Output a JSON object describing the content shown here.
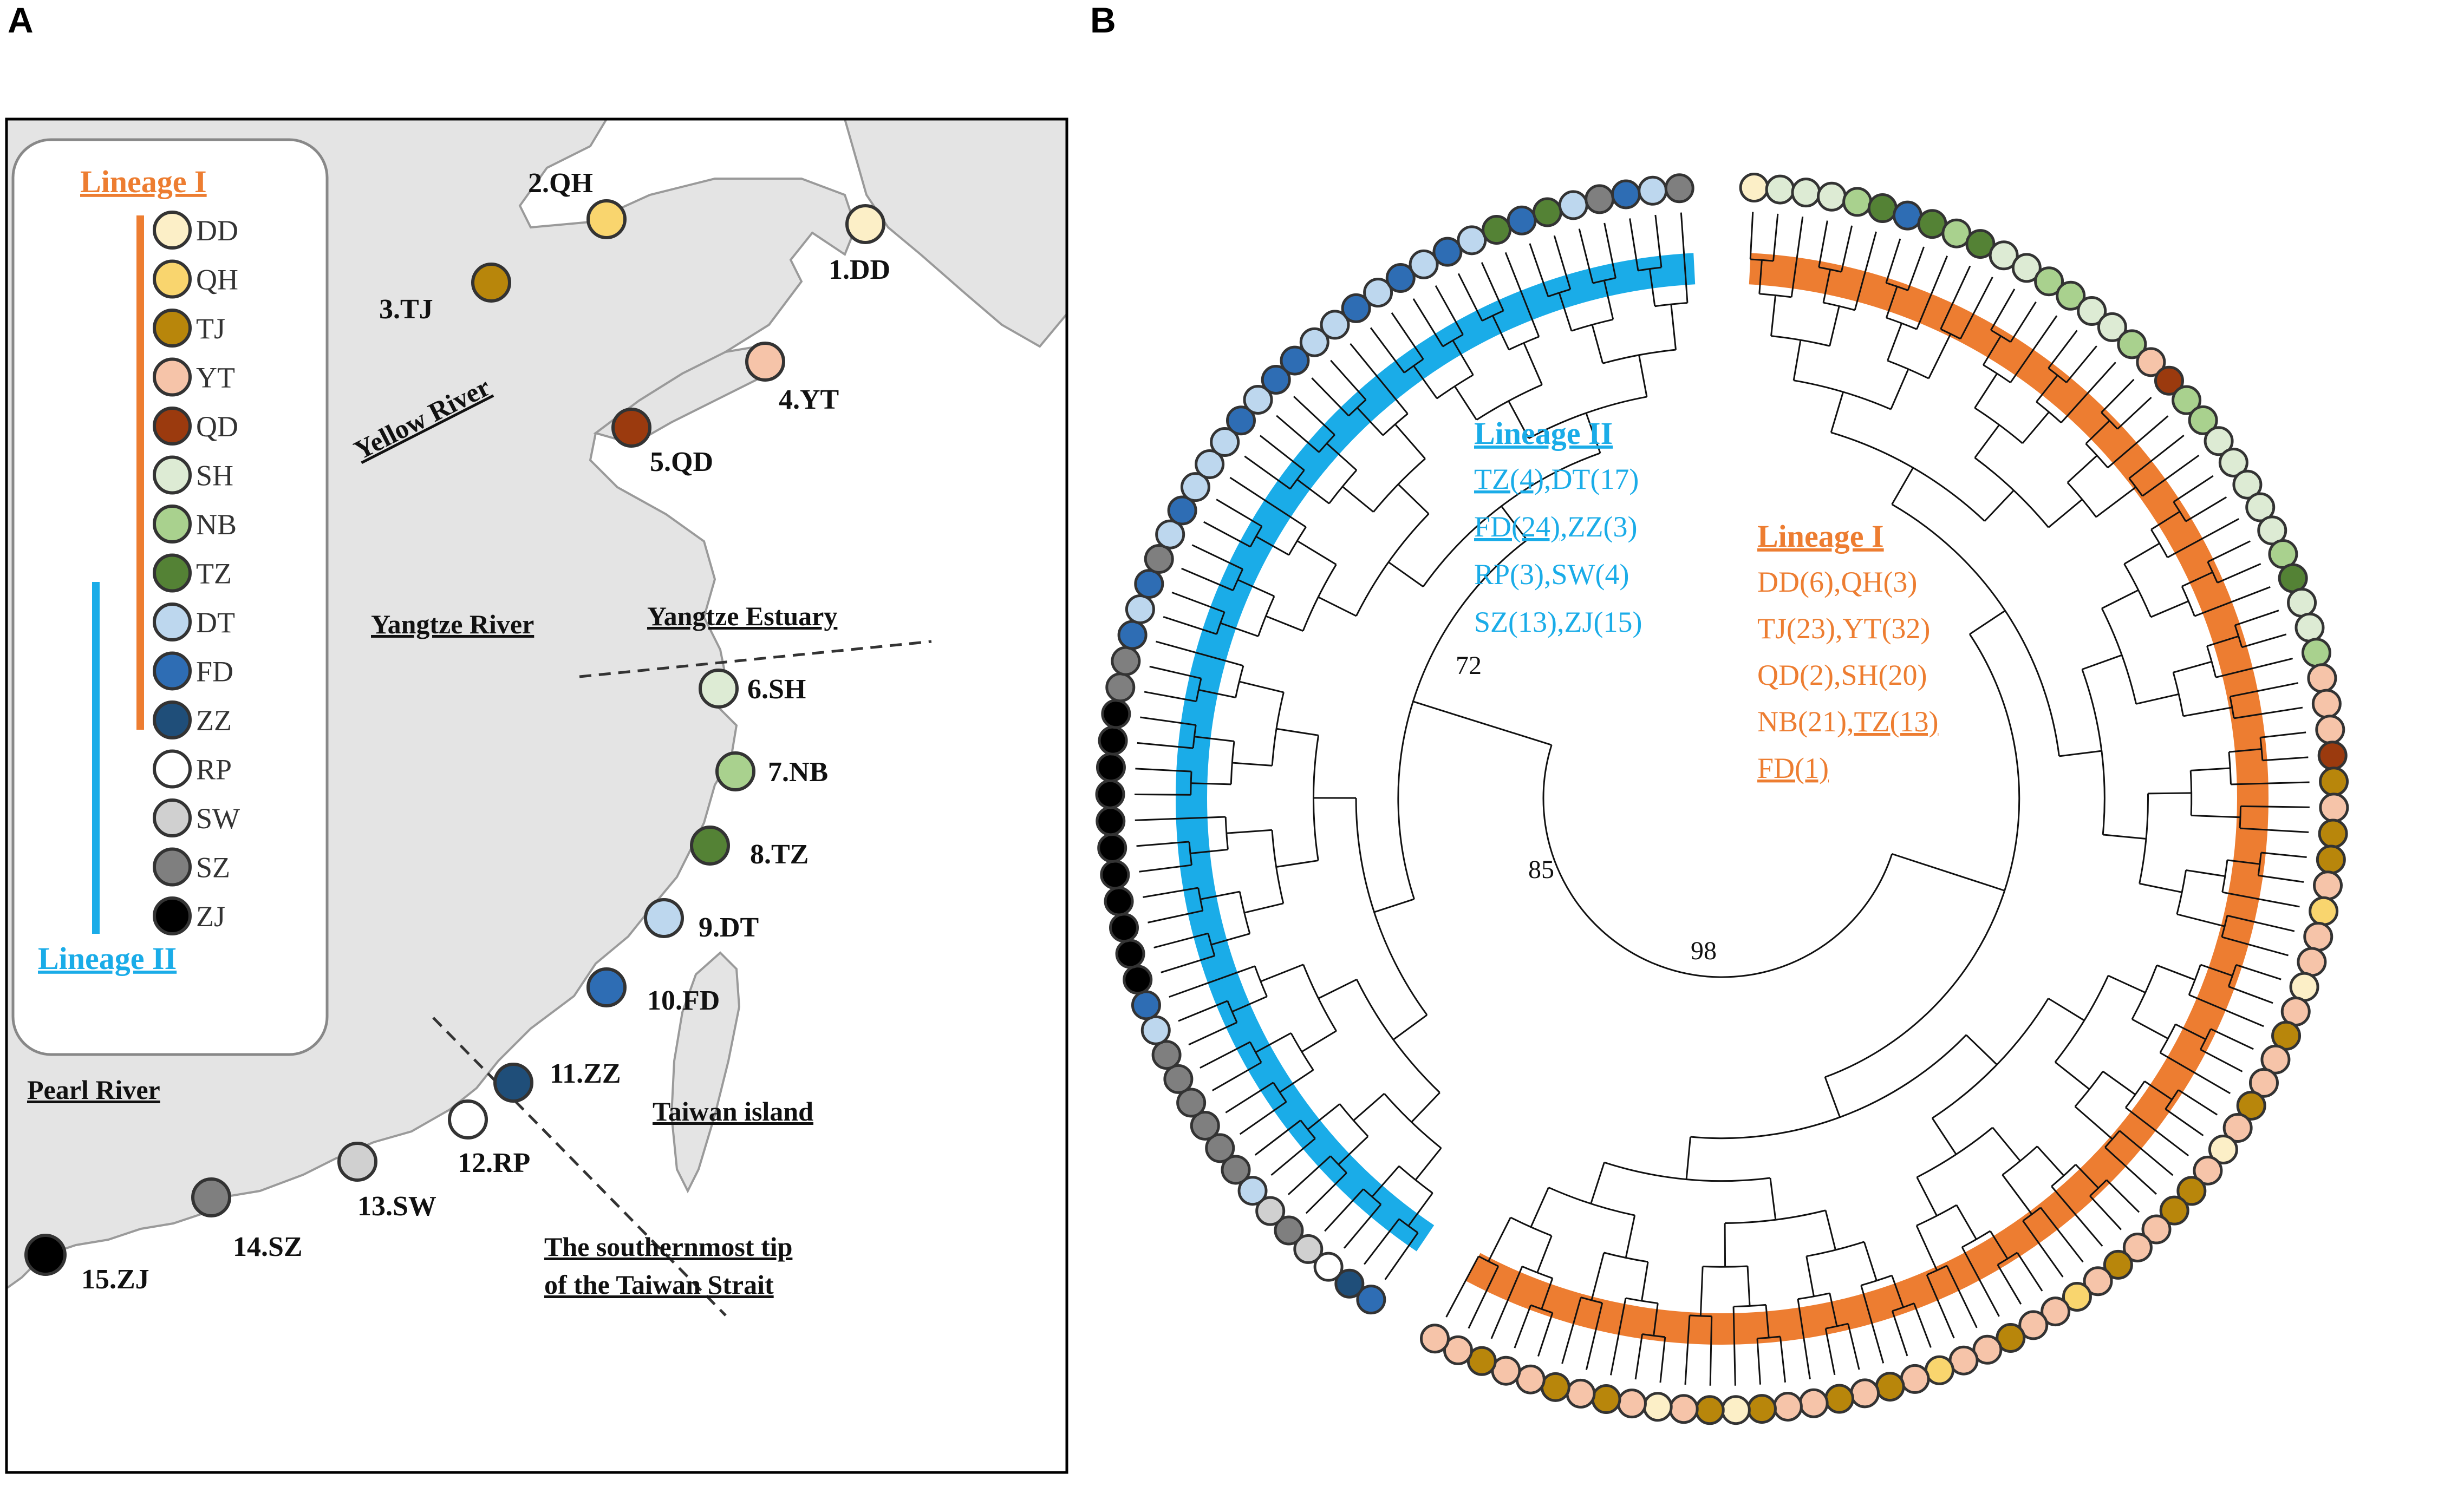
{
  "panels": {
    "a": "A",
    "b": "B"
  },
  "colors": {
    "lineage1": "#ED7D31",
    "lineage2": "#1AACE8",
    "DD": "#FCEFC7",
    "QH": "#F9D56E",
    "TJ": "#B8860B",
    "YT": "#F6C4A9",
    "QD": "#9B3A0E",
    "SH": "#DDEBD4",
    "NB": "#A9D18E",
    "TZ": "#548235",
    "DT": "#BDD7EE",
    "FD": "#2E6DB4",
    "ZZ": "#1F4E79",
    "RP": "#FFFFFF",
    "SW": "#D0D0D0",
    "SZ": "#7F7F7F",
    "ZJ": "#000000"
  },
  "legend": {
    "lineage1_title": "Lineage I",
    "lineage2_title": "Lineage II",
    "codes": [
      "DD",
      "QH",
      "TJ",
      "YT",
      "QD",
      "SH",
      "NB",
      "TZ",
      "DT",
      "FD",
      "ZZ",
      "RP",
      "SW",
      "SZ",
      "ZJ"
    ]
  },
  "map": {
    "sites": [
      {
        "label": "1.DD",
        "code": "DD"
      },
      {
        "label": "2.QH",
        "code": "QH"
      },
      {
        "label": "3.TJ",
        "code": "TJ"
      },
      {
        "label": "4.YT",
        "code": "YT"
      },
      {
        "label": "5.QD",
        "code": "QD"
      },
      {
        "label": "6.SH",
        "code": "SH"
      },
      {
        "label": "7.NB",
        "code": "NB"
      },
      {
        "label": "8.TZ",
        "code": "TZ"
      },
      {
        "label": "9.DT",
        "code": "DT"
      },
      {
        "label": "10.FD",
        "code": "FD"
      },
      {
        "label": "11.ZZ",
        "code": "ZZ"
      },
      {
        "label": "12.RP",
        "code": "RP"
      },
      {
        "label": "13.SW",
        "code": "SW"
      },
      {
        "label": "14.SZ",
        "code": "SZ"
      },
      {
        "label": "15.ZJ",
        "code": "ZJ"
      }
    ],
    "features": {
      "yellow_river": "Yellow River",
      "yangtze_river": "Yangtze River",
      "yangtze_estuary": "Yangtze Estuary",
      "pearl_river": "Pearl River",
      "taiwan_island": "Taiwan island",
      "strait_line1": "The southernmost tip",
      "strait_line2": "of the Taiwan Strait"
    }
  },
  "tree": {
    "lineage2": {
      "title": "Lineage II",
      "rows": [
        [
          {
            "t": "TZ(4),",
            "u": true
          },
          {
            "t": "DT(17)",
            "u": false
          }
        ],
        [
          {
            "t": "FD(24)",
            "u": true
          },
          {
            "t": ",ZZ(3)",
            "u": false
          }
        ],
        [
          {
            "t": "RP(3),SW(4)",
            "u": false
          }
        ],
        [
          {
            "t": "SZ(13),ZJ(15)",
            "u": false
          }
        ]
      ]
    },
    "lineage1": {
      "title": "Lineage I",
      "rows": [
        [
          {
            "t": "DD(6),QH(3)",
            "u": false
          }
        ],
        [
          {
            "t": "TJ(23),YT(32)",
            "u": false
          }
        ],
        [
          {
            "t": "QD(2),SH(20)",
            "u": false
          }
        ],
        [
          {
            "t": "NB(21),",
            "u": false
          },
          {
            "t": "TZ(13)",
            "u": true
          }
        ],
        [
          {
            "t": "FD(1)",
            "u": true
          }
        ]
      ]
    },
    "bootstrap": [
      "72",
      "85",
      "98"
    ],
    "tips_lineage1": [
      "DD",
      "SH",
      "SH",
      "SH",
      "NB",
      "TZ",
      "FD",
      "TZ",
      "NB",
      "TZ",
      "SH",
      "SH",
      "NB",
      "NB",
      "SH",
      "SH",
      "NB",
      "YT",
      "QD",
      "NB",
      "NB",
      "SH",
      "SH",
      "SH",
      "SH",
      "SH",
      "NB",
      "TZ",
      "SH",
      "SH",
      "NB",
      "YT",
      "YT",
      "YT",
      "QD",
      "TJ",
      "YT",
      "TJ",
      "TJ",
      "YT",
      "QH",
      "YT",
      "YT",
      "DD",
      "YT",
      "TJ",
      "YT",
      "YT",
      "TJ",
      "YT",
      "DD",
      "YT",
      "TJ",
      "TJ",
      "YT",
      "YT",
      "TJ",
      "YT",
      "QH",
      "YT",
      "YT",
      "TJ",
      "YT",
      "YT",
      "QH",
      "YT",
      "TJ",
      "YT",
      "TJ",
      "YT",
      "YT",
      "TJ",
      "DD",
      "TJ",
      "YT",
      "DD",
      "YT",
      "TJ",
      "YT",
      "TJ",
      "YT",
      "YT",
      "TJ",
      "YT",
      "YT"
    ],
    "tips_lineage2": [
      "FD",
      "ZZ",
      "RP",
      "SW",
      "SZ",
      "SW",
      "DT",
      "SZ",
      "SZ",
      "SZ",
      "SZ",
      "SZ",
      "SZ",
      "DT",
      "FD",
      "ZJ",
      "ZJ",
      "ZJ",
      "ZJ",
      "ZJ",
      "ZJ",
      "ZJ",
      "ZJ",
      "ZJ",
      "ZJ",
      "ZJ",
      "SZ",
      "SZ",
      "FD",
      "DT",
      "FD",
      "SZ",
      "DT",
      "FD",
      "DT",
      "DT",
      "DT",
      "FD",
      "DT",
      "FD",
      "FD",
      "DT",
      "DT",
      "FD",
      "DT",
      "FD",
      "DT",
      "FD",
      "DT",
      "TZ",
      "FD",
      "TZ",
      "DT",
      "SZ",
      "FD",
      "DT",
      "SZ"
    ]
  }
}
